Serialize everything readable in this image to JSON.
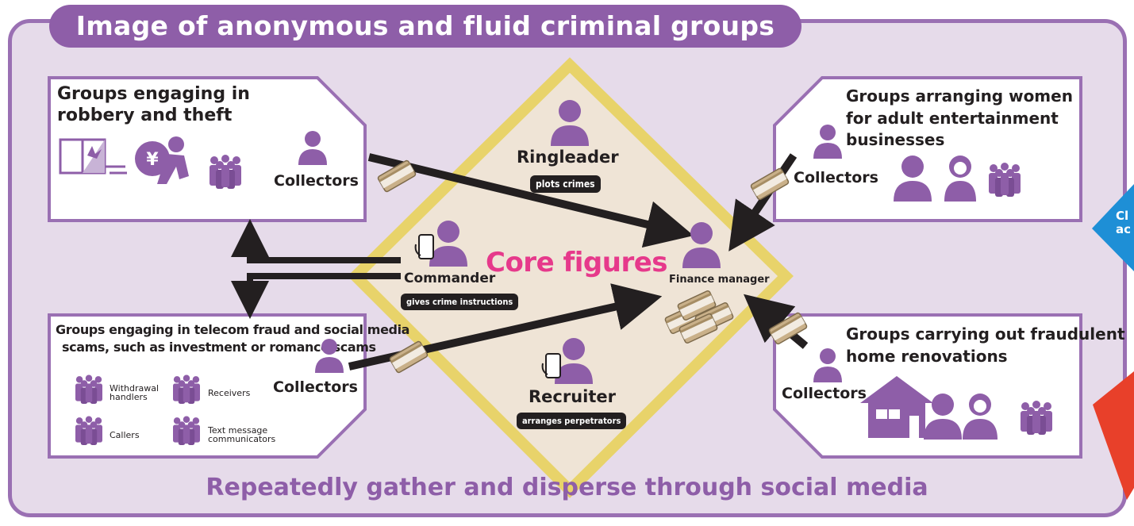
{
  "title": "Image of anonymous and fluid criminal groups",
  "core_label": "Core figures",
  "bottom_text": "Repeatedly gather and disperse through social media",
  "roles": {
    "ringleader": {
      "name": "Ringleader",
      "desc": "plots crimes"
    },
    "commander": {
      "name": "Commander",
      "desc": "gives crime instructions"
    },
    "recruiter": {
      "name": "Recruiter",
      "desc": "arranges perpetrators"
    },
    "finance": {
      "name": "Finance manager"
    }
  },
  "groups": {
    "robbery": {
      "title_line1": "Groups engaging in",
      "title_line2": "robbery and theft",
      "collector": "Collectors"
    },
    "telecom": {
      "title_line1": "Groups engaging in telecom fraud and social media",
      "title_line2": "scams, such as investment or romance scams",
      "collector": "Collectors",
      "members": {
        "withdrawal_1": "Withdrawal",
        "withdrawal_2": "handlers",
        "receivers": "Receivers",
        "callers": "Callers",
        "text_1": "Text message",
        "text_2": "communicators"
      }
    },
    "adult": {
      "title_line1": "Groups arranging women",
      "title_line2": "for adult entertainment",
      "title_line3": "businesses",
      "collector": "Collectors"
    },
    "renovation": {
      "title_line1": "Groups carrying out fraudulent",
      "title_line2": "home renovations",
      "collector": "Collectors"
    }
  },
  "edge_text": {
    "line1": "Cl",
    "line2": "ac"
  },
  "colors": {
    "purple": "#8e5ea8",
    "frame_border": "#9a70b3",
    "frame_fill": "#e6dbea",
    "diamond_border": "#e8d36a",
    "diamond_fill": "#efe4d6",
    "core_pink": "#e6398b",
    "arrow": "#231f20",
    "blue_tab": "#1e8fd6",
    "red_tab": "#e8402a"
  }
}
